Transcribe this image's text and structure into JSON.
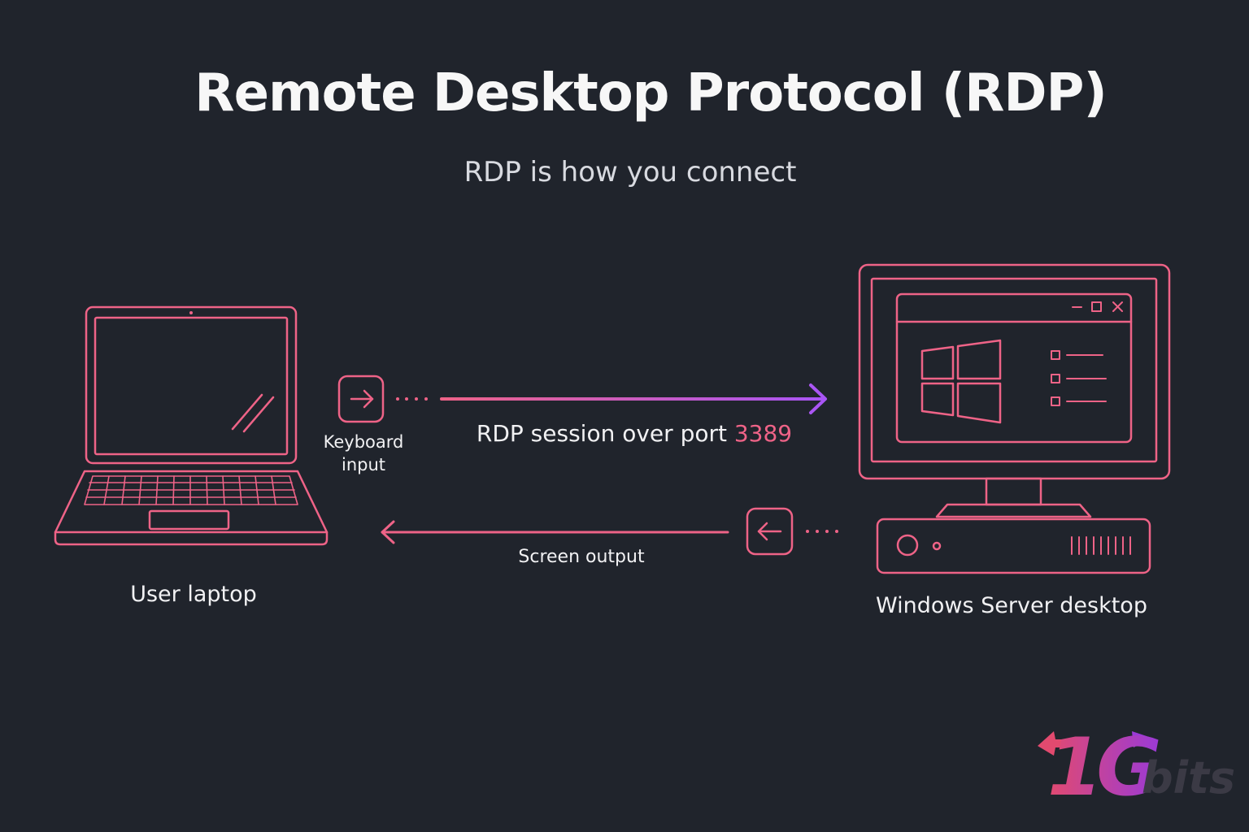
{
  "title": "Remote Desktop Protocol (RDP)",
  "subtitle": "RDP is how you connect",
  "nodes": {
    "laptop": {
      "label": "User laptop",
      "icon": "laptop-icon"
    },
    "server": {
      "label": "Windows Server desktop",
      "icon": "desktop-computer-icon"
    }
  },
  "flows": {
    "keyboard": {
      "label": "Keyboard input",
      "label_line1": "Keyboard",
      "label_line2": "input",
      "icon": "arrow-right-icon"
    },
    "session": {
      "label_text": "RDP session over port ",
      "port": "3389"
    },
    "screen": {
      "label": "Screen output",
      "icon": "arrow-left-icon"
    }
  },
  "logo": {
    "text": "1Gbits"
  },
  "colors": {
    "background": "#20242c",
    "stroke_pink": "#ee6387",
    "gradient_end_purple": "#a855f7",
    "text": "#f1f1f3"
  }
}
